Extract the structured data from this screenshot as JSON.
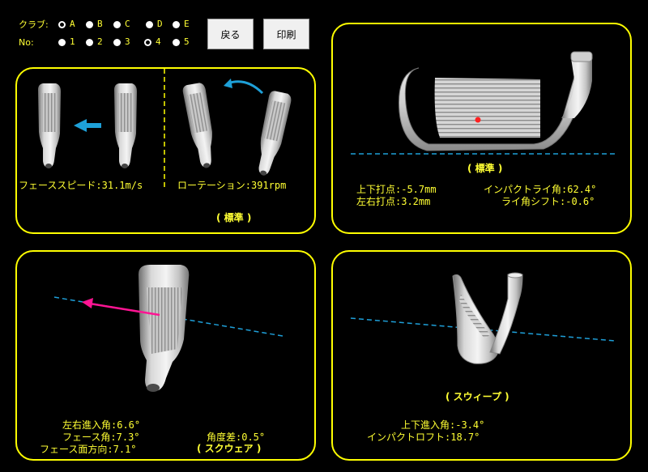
{
  "selector": {
    "club_label": "クラブ:",
    "no_label": "No:",
    "clubs": [
      "A",
      "B",
      "C",
      "D",
      "E"
    ],
    "club_selected": "A",
    "numbers": [
      "1",
      "2",
      "3",
      "4",
      "5"
    ],
    "number_selected": "4"
  },
  "buttons": {
    "back": "戻る",
    "print": "印刷"
  },
  "panel_speed": {
    "face_speed": "フェーススピード:31.1m/s",
    "rotation": "ローテーション:391rpm",
    "result": "( 標準 )"
  },
  "panel_impact": {
    "result": "( 標準 )",
    "vertical_point": "上下打点:-5.7mm",
    "horizontal_point": "左右打点:3.2mm",
    "impact_lie": "インパクトライ角:62.4°",
    "lie_shift": "ライ角シフト:-0.6°"
  },
  "panel_face": {
    "entry_angle": "左右進入角:6.6°",
    "face_angle": "フェース角:7.3°",
    "face_direction": "フェース面方向:7.1°",
    "angle_diff": "角度差:0.5°",
    "result": "( スクウェア )"
  },
  "panel_sweep": {
    "result": "( スウィープ )",
    "vertical_entry": "上下進入角:-3.4°",
    "impact_loft": "インパクトロフト:18.7°"
  },
  "colors": {
    "accent": "#ffff00",
    "arrow_blue": "#1ea0d8",
    "arrow_pink": "#ff1493",
    "guide_line": "#1e9fd8"
  }
}
